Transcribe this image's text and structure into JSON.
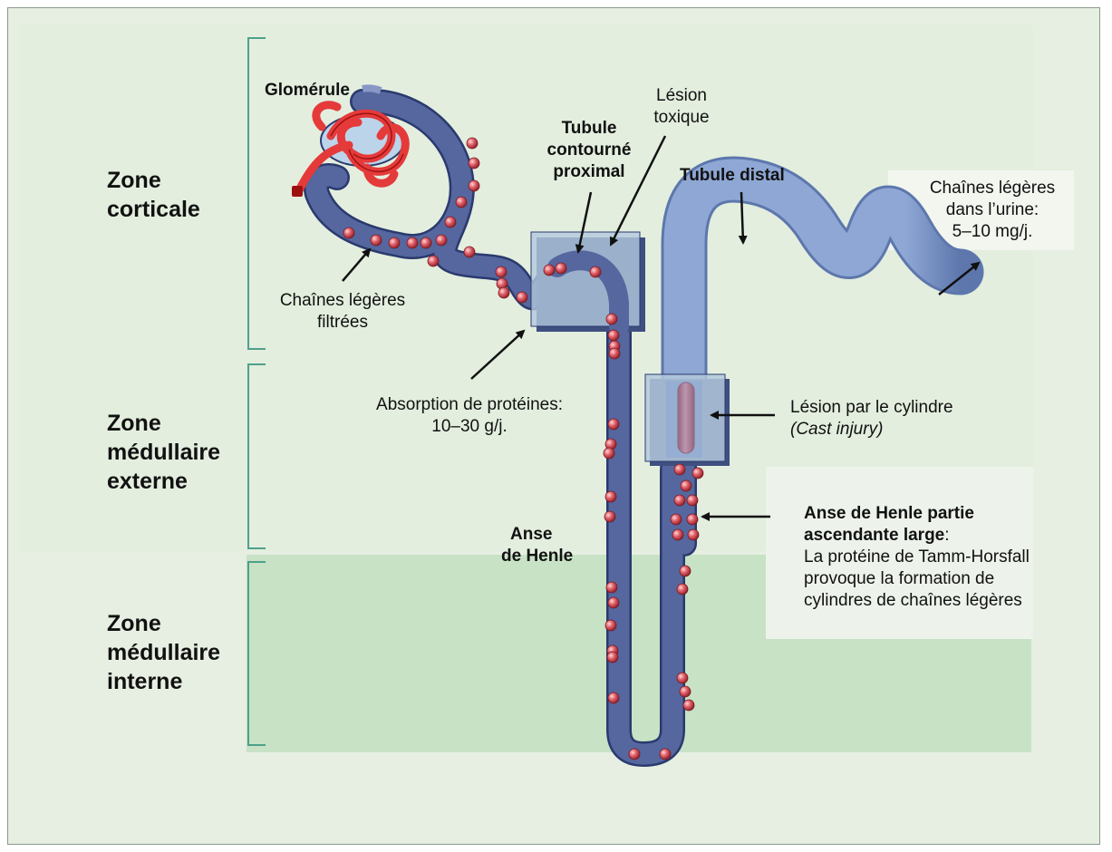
{
  "zones": {
    "corticale": [
      "Zone",
      "corticale"
    ],
    "medullaire_externe": [
      "Zone",
      "médullaire",
      "externe"
    ],
    "medullaire_interne": [
      "Zone",
      "médullaire",
      "interne"
    ]
  },
  "labels": {
    "glomerule": "Glomérule",
    "chaines_filtrees": [
      "Chaînes légères",
      "filtrées"
    ],
    "tubule_proximal": [
      "Tubule",
      "contourné",
      "proximal"
    ],
    "lesion_toxique": [
      "Lésion",
      "toxique"
    ],
    "tubule_distal": "Tubule distal",
    "chaines_urine": [
      "Chaînes légères",
      "dans l’urine:",
      "5–10 mg/j."
    ],
    "absorption": [
      "Absorption de protéines:",
      "10–30 g/j."
    ],
    "lesion_cylindre": "Lésion par le cylindre",
    "cast_injury": "(Cast injury)",
    "anse_henle": [
      "Anse",
      "de Henle"
    ],
    "henle_ascendante_title": [
      "Anse de Henle partie",
      "ascendante large"
    ],
    "henle_ascendante_colon": ":",
    "tamm_horsfall": [
      "La protéine de Tamm-Horsfall",
      "provoque la formation de",
      "cylindres de chaînes légères"
    ]
  },
  "colors": {
    "background": "#e6efe1",
    "inner_medulla": "#c8e2c5",
    "tubule": "#55679e",
    "tubule_outline": "#2a3a6e",
    "distal": "#8ea7d4",
    "particle": "#e0606a",
    "box": "#b3c8dc",
    "cast": "#e04a50",
    "glomerulus": "#e53a3a"
  }
}
